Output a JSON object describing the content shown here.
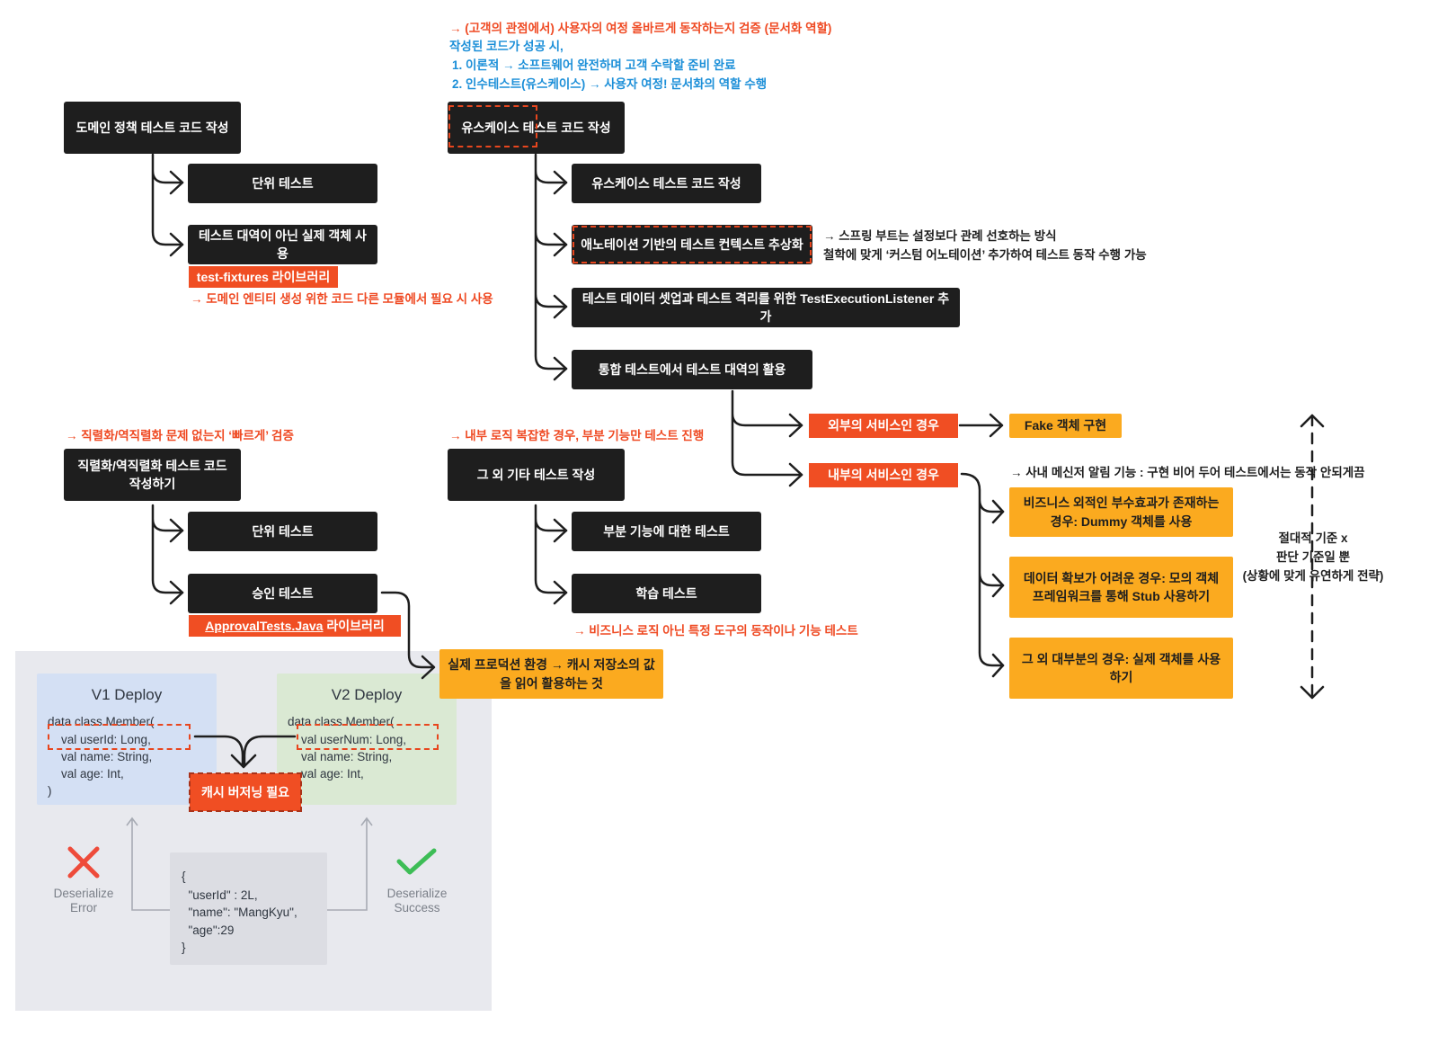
{
  "notes": {
    "top_red": "→ (고객의 관점에서) 사용자의 여정 올바르게 동작하는지 검증 (문서화 역할)",
    "top_blue_1": "작성된 코드가 성공 시,",
    "top_blue_2": "1. 이론적 → 소프트웨어 완전하며 고객 수락할 준비 완료",
    "top_blue_3": "2. 인수테스트(유스케이스) → 사용자 여정! 문서화의 역할 수행",
    "fixtures_note": "→ 도메인 엔티티 생성 위한 코드 다른 모듈에서 필요 시 사용",
    "spring_note_1": "→ 스프링 부트는 설정보다 관례 선호하는 방식",
    "spring_note_2": "철학에 맞게 ‘커스텀 어노테이션’ 추가하여 테스트 동작 수행 가능",
    "serial_note": "→ 직렬화/역직렬화 문제 없는지 ‘빠르게’ 검증",
    "internal_note": "→ 내부 로직 복잡한 경우, 부분 기능만 테스트 진행",
    "learning_note": "→ 비즈니스 로직 아닌 특정 도구의 동작이나 기능 테스트",
    "messenger_note": "→ 사내 메신저 알림 기능 : 구현 비어 두어 테스트에서는 동작 안되게끔",
    "side_1": "절대적 기준 x",
    "side_2": "판단 기준일 뿐",
    "side_3": "(상황에 맞게 유연하게 전략)"
  },
  "boxes": {
    "domain": "도메인 정책 테스트 코드 작성",
    "unit1": "단위 테스트",
    "real_obj": "테스트 대역이 아닌 실제 객체 사용",
    "fixtures": "test-fixtures 라이브러리",
    "usecase_main": "유스케이스 테스트 코드 작성",
    "usecase_sub": "유스케이스 테스트 코드 작성",
    "annotation": "애노테이션 기반의 테스트 컨텍스트 추상화",
    "listener": "테스트 데이터 셋업과 테스트 격리를 위한 TestExecutionListener 추가",
    "integration": "통합 테스트에서 테스트 대역의 활용",
    "external": "외부의 서비스인 경우",
    "fake": "Fake 객체 구현",
    "internal": "내부의 서비스인 경우",
    "dummy": "비즈니스 외적인 부수효과가 존재하는 경우: Dummy 객체를 사용",
    "stub": "데이터 확보가 어려운 경우: 모의 객체 프레임워크를 통해 Stub 사용하기",
    "real_most": "그 외 대부분의 경우: 실제 객체를 사용하기",
    "serial": "직렬화/역직렬화 테스트 코드 작성하기",
    "unit2": "단위 테스트",
    "approval": "승인 테스트",
    "approval_lib_link": "ApprovalTests.Java",
    "approval_lib_rest": " 라이브러리",
    "other": "그 외 기타 테스트 작성",
    "partial": "부분 기능에 대한 테스트",
    "learning": "학습 테스트",
    "prod_cache": "실제 프로덕션 환경 → 캐시 저장소의 값을 읽어 활용하는 것",
    "cache_version": "캐시 버저닝 필요"
  },
  "panel": {
    "v1_title": "V1 Deploy",
    "v2_title": "V2 Deploy",
    "v1_lines": [
      "data class Member(",
      "    val userId: Long,",
      "    val name: String,",
      "    val age: Int,",
      ")"
    ],
    "v2_lines": [
      "data class Member(",
      "    val userNum: Long,",
      "    val name: String,",
      "    val age: Int,"
    ],
    "json_lines": [
      "{",
      "  \"userId\" : 2L,",
      "  \"name\": \"MangKyu\",",
      "  \"age\":29",
      "}"
    ],
    "error_label_1": "Deserialize",
    "error_label_2": "Error",
    "success_label_1": "Deserialize",
    "success_label_2": "Success",
    "error_icon": "cross-icon",
    "success_icon": "check-icon"
  },
  "colors": {
    "dark": "#1e1e1e",
    "orange": "#fbaa1f",
    "red": "#f04e23",
    "blue_text": "#1c8fd8",
    "v1_card": "#d4e0f4",
    "v2_card": "#dae9d3",
    "panel": "#e8e9ee"
  }
}
